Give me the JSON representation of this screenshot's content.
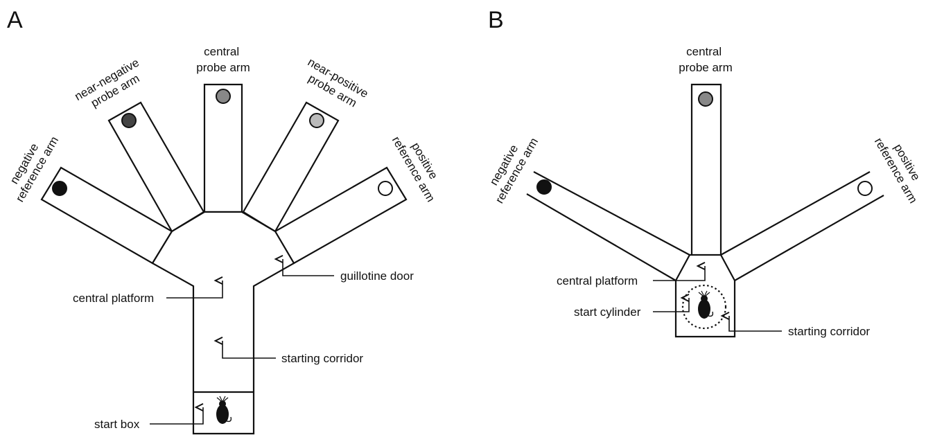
{
  "panel_a": {
    "letter": "A",
    "labels": {
      "negative_line1": "negative",
      "negative_line2": "reference arm",
      "near_negative_line1": "near-negative",
      "near_negative_line2": "probe arm",
      "central_line1": "central",
      "central_line2": "probe arm",
      "near_positive_line1": "near-positive",
      "near_positive_line2": "probe arm",
      "positive_line1": "positive",
      "positive_line2": "reference arm",
      "central_platform": "central platform",
      "guillotine_door": "guillotine door",
      "starting_corridor": "starting corridor",
      "start_box": "start box"
    }
  },
  "panel_b": {
    "letter": "B",
    "labels": {
      "central_line1": "central",
      "central_line2": "probe arm",
      "negative_line1": "negative",
      "negative_line2": "reference arm",
      "positive_line1": "positive",
      "positive_line2": "reference arm",
      "central_platform": "central platform",
      "start_cylinder": "start cylinder",
      "starting_corridor": "starting corridor"
    }
  },
  "colors": {
    "negative_bait": "#111111",
    "near_negative_bait": "#444444",
    "central_bait": "#888888",
    "near_positive_bait": "#bbbbbb",
    "positive_bait": "#ffffff"
  }
}
